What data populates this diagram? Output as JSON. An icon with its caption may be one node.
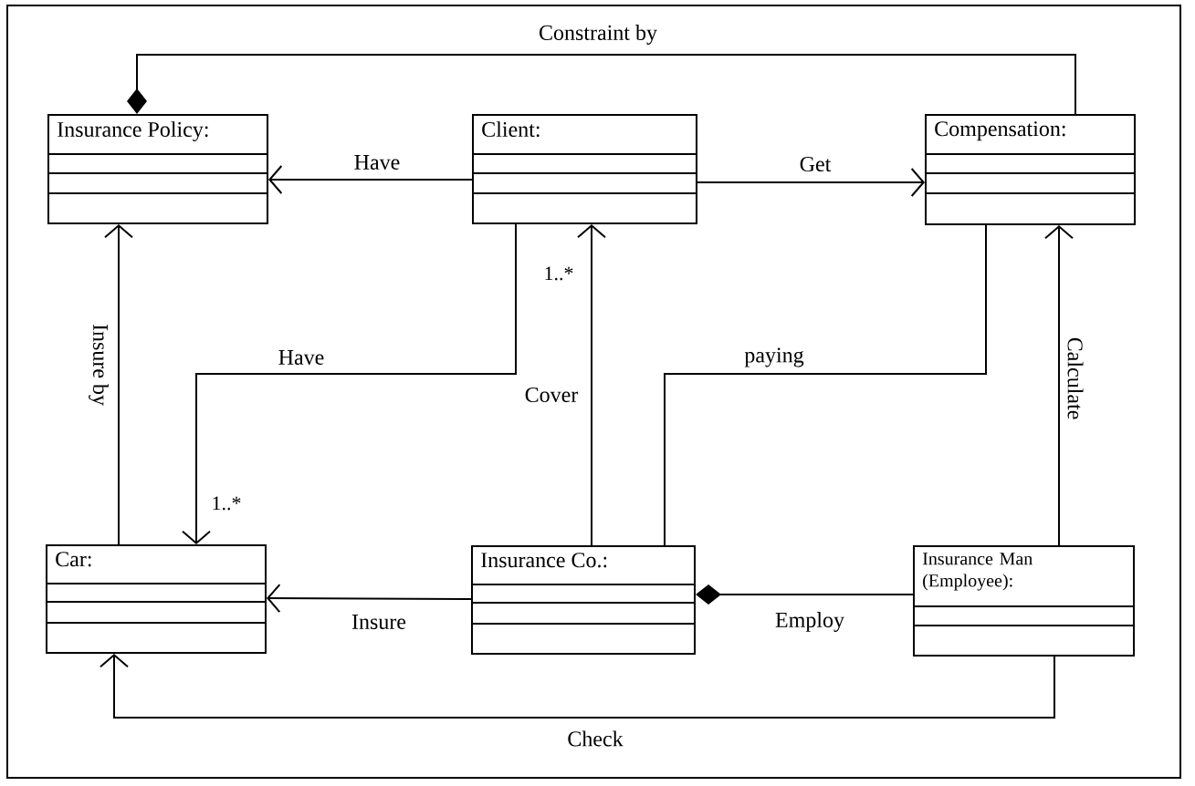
{
  "diagram": {
    "nodes": [
      {
        "text": [
          "Insurance Policy:"
        ]
      },
      {
        "text": [
          "Client:"
        ]
      },
      {
        "text": [
          "Compensation:"
        ]
      },
      {
        "text": [
          "Car:"
        ]
      },
      {
        "text": [
          "Insurance Co.:"
        ]
      },
      {
        "text": [
          "Insurance Man (Employee):"
        ]
      }
    ],
    "edges": [
      {
        "from": 2,
        "to": 0,
        "arrow": "other",
        "label": "Constraint by"
      },
      {
        "from": 1,
        "to": 0,
        "arrow": "to",
        "label": "Have"
      },
      {
        "from": 1,
        "to": 2,
        "arrow": "to",
        "label": "Get"
      },
      {
        "from": 3,
        "to": 0,
        "arrow": "to",
        "label": "Insure by"
      },
      {
        "from": 1,
        "to": 3,
        "arrow": "to",
        "label": "Have"
      },
      {
        "from": 4,
        "to": 1,
        "arrow": "to",
        "label": "Cover"
      },
      {
        "from": 4,
        "to": 2,
        "arrow": "none",
        "label": "paying"
      },
      {
        "from": 5,
        "to": 2,
        "arrow": "to",
        "label": "Calculate"
      },
      {
        "from": 4,
        "to": 3,
        "arrow": "to",
        "label": "Insure"
      },
      {
        "from": 5,
        "to": 4,
        "arrow": "other",
        "label": "Employ"
      },
      {
        "from": 5,
        "to": 3,
        "arrow": "to",
        "label": "Check"
      }
    ],
    "labels": [
      "1..*",
      "1..*"
    ]
  }
}
